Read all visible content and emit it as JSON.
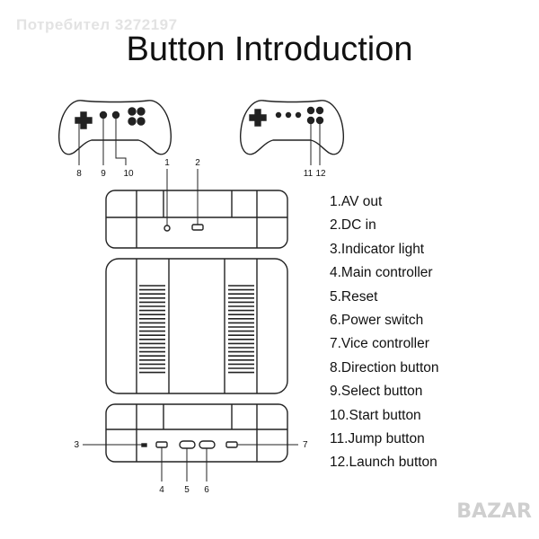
{
  "watermark": "Потребител 3272197",
  "title": "Button  Introduction",
  "brand_logo": "BAZAR",
  "callouts": [
    "1",
    "2",
    "3",
    "4",
    "5",
    "6",
    "7",
    "8",
    "9",
    "10",
    "11",
    "12"
  ],
  "legend": [
    "1.AV out",
    "2.DC in",
    "3.Indicator light",
    "4.Main controller",
    "5.Reset",
    "6.Power switch",
    "7.Vice controller",
    "8.Direction button",
    "9.Select button",
    "10.Start button",
    "11.Jump button",
    "12.Launch button"
  ]
}
